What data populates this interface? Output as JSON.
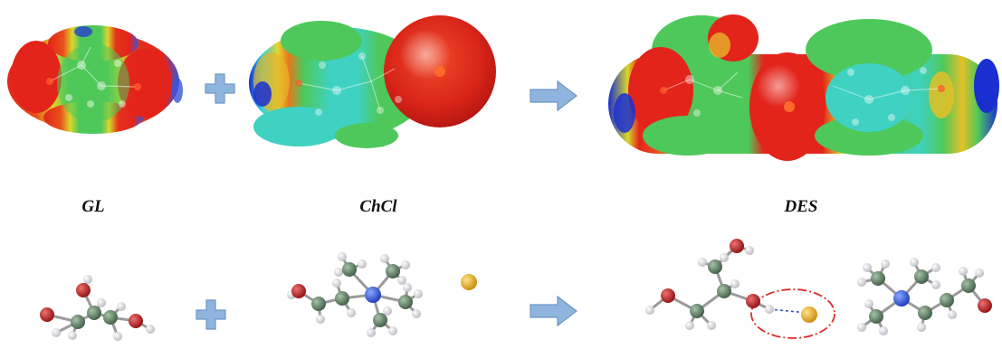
{
  "labels": {
    "left": "GL",
    "middle": "ChCl",
    "right": "DES"
  },
  "icons": {
    "plus": "plus-icon",
    "arrow": "right-arrow-icon"
  },
  "colors": {
    "operator_fill": "#8fb4de",
    "operator_stroke": "#6d96c6",
    "electronegative_red": "#e3241b",
    "neutral_green": "#4ec85a",
    "positive_blue": "#1b2fd0",
    "carbon": "#5a7a60",
    "hydrogen": "#eeeeee",
    "oxygen": "#b81c1c",
    "nitrogen": "#2a55d8",
    "chloride": "#e2a81c",
    "interaction_ring": "#dd2a2a"
  }
}
